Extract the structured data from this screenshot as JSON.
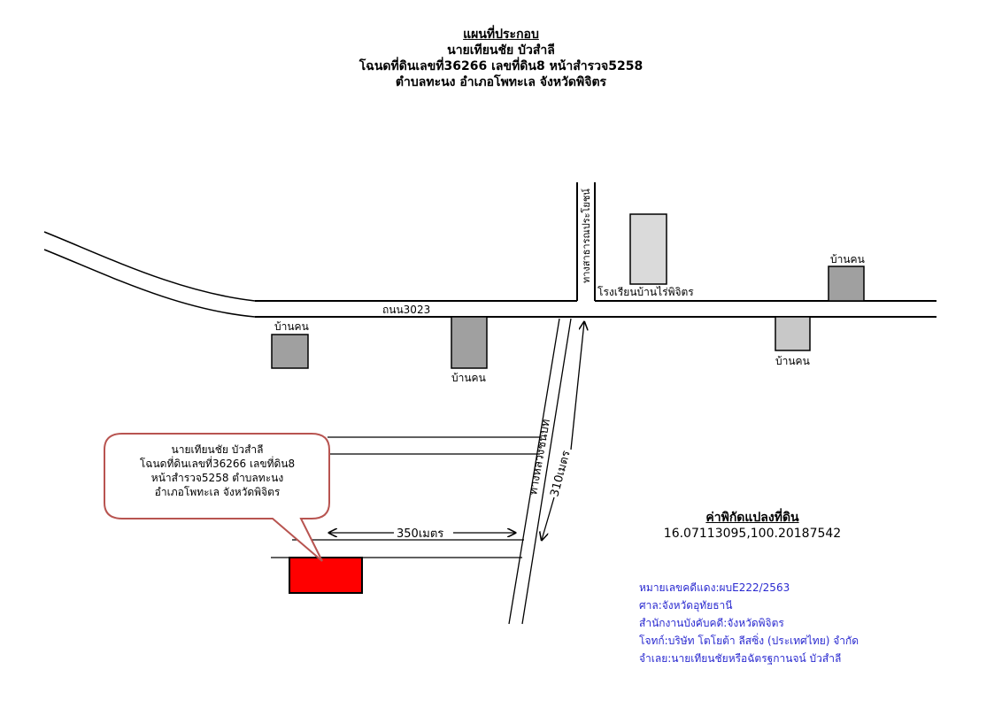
{
  "header": {
    "title": "แผนที่ประกอบ",
    "line2": "นายเทียนชัย บัวสำลี",
    "line3": "โฉนดที่ดินเลขที่36266 เลขที่ดิน8 หน้าสำรวจ5258",
    "line4": "ตำบลทะนง อำเภอโพทะเล จังหวัดพิจิตร"
  },
  "map": {
    "road_main": "ถนน3023",
    "road_public": "ทางสาธารณประโยชน์",
    "school": "โรงเรียนบ้านไร่พิจิตร",
    "house": "บ้านคน",
    "highway": "ทางหลวงชนบท",
    "dist_310": "310เมตร",
    "dist_350": "350เมตร",
    "colors": {
      "plot": "#ff0000",
      "house_dark": "#a0a0a0",
      "house_light": "#c8c8c8",
      "school_bldg": "#dadada",
      "bubble_border": "#b85450"
    }
  },
  "callout": {
    "line1": "นายเทียนชัย บัวสำลี",
    "line2": "โฉนดที่ดินเลขที่36266 เลขที่ดิน8",
    "line3": "หน้าสำรวจ5258 ตำบลทะนง",
    "line4": "อำเภอโพทะเล จังหวัดพิจิตร"
  },
  "coordinates": {
    "heading": "ค่าพิกัดแปลงที่ดิน",
    "value": "16.07113095,100.20187542"
  },
  "case_info": {
    "case_no": "หมายเลขคดีแดง:ผบE222/2563",
    "court": "ศาล:จังหวัดอุทัยธานี",
    "office": "สำนักงานบังคับคดี:จังหวัดพิจิตร",
    "plaintiff": "โจทก์:บริษัท โตโยต้า ลีสซิ่ง (ประเทศไทย) จำกัด",
    "defendant": "จำเลย:นายเทียนชัยหรือฉัตรฐกานจน์ บัวสำลี"
  }
}
